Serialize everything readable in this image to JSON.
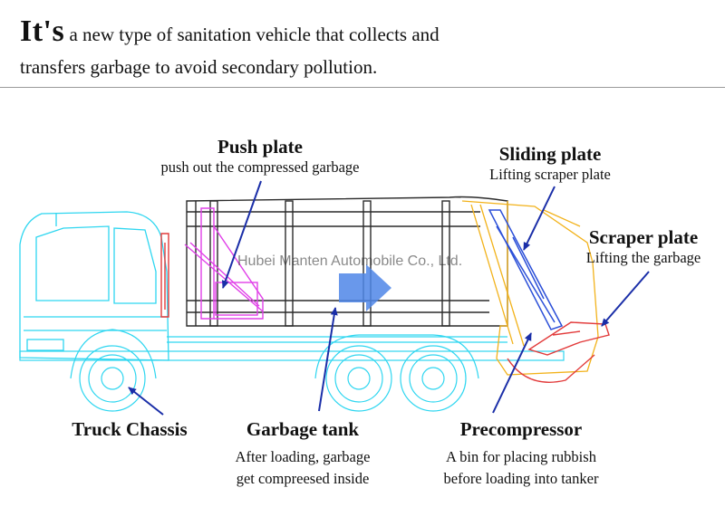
{
  "header": {
    "lead": "It's",
    "line1_rest": " a new type of sanitation vehicle that collects and",
    "line2": "transfers garbage to avoid secondary pollution."
  },
  "labels": {
    "push_plate": {
      "title": "Push plate",
      "desc": "push out the compressed garbage"
    },
    "sliding_plate": {
      "title": "Sliding plate",
      "desc": "Lifting scraper plate"
    },
    "scraper_plate": {
      "title": "Scraper plate",
      "desc": "Lifting the garbage"
    },
    "truck_chassis": {
      "title": "Truck Chassis"
    },
    "garbage_tank": {
      "title": "Garbage tank",
      "desc1": "After loading, garbage",
      "desc2": "get compreesed inside"
    },
    "precompressor": {
      "title": "Precompressor",
      "desc1": "A bin for placing rubbish",
      "desc2": "before loading into tanker"
    }
  },
  "watermark": "Hubei Manten Automobile Co., Ltd.",
  "colors": {
    "cab": "#2ed6f0",
    "tank": "#2a2a2a",
    "push_plate": "#e040e8",
    "hopper": "#f2b21a",
    "scraper": "#e23a3a",
    "arm": "#2b4fd8",
    "arrow": "#1a2ea8",
    "fill_arrow": "#4f86e8"
  },
  "icons": [
    "flow-arrow-icon"
  ]
}
